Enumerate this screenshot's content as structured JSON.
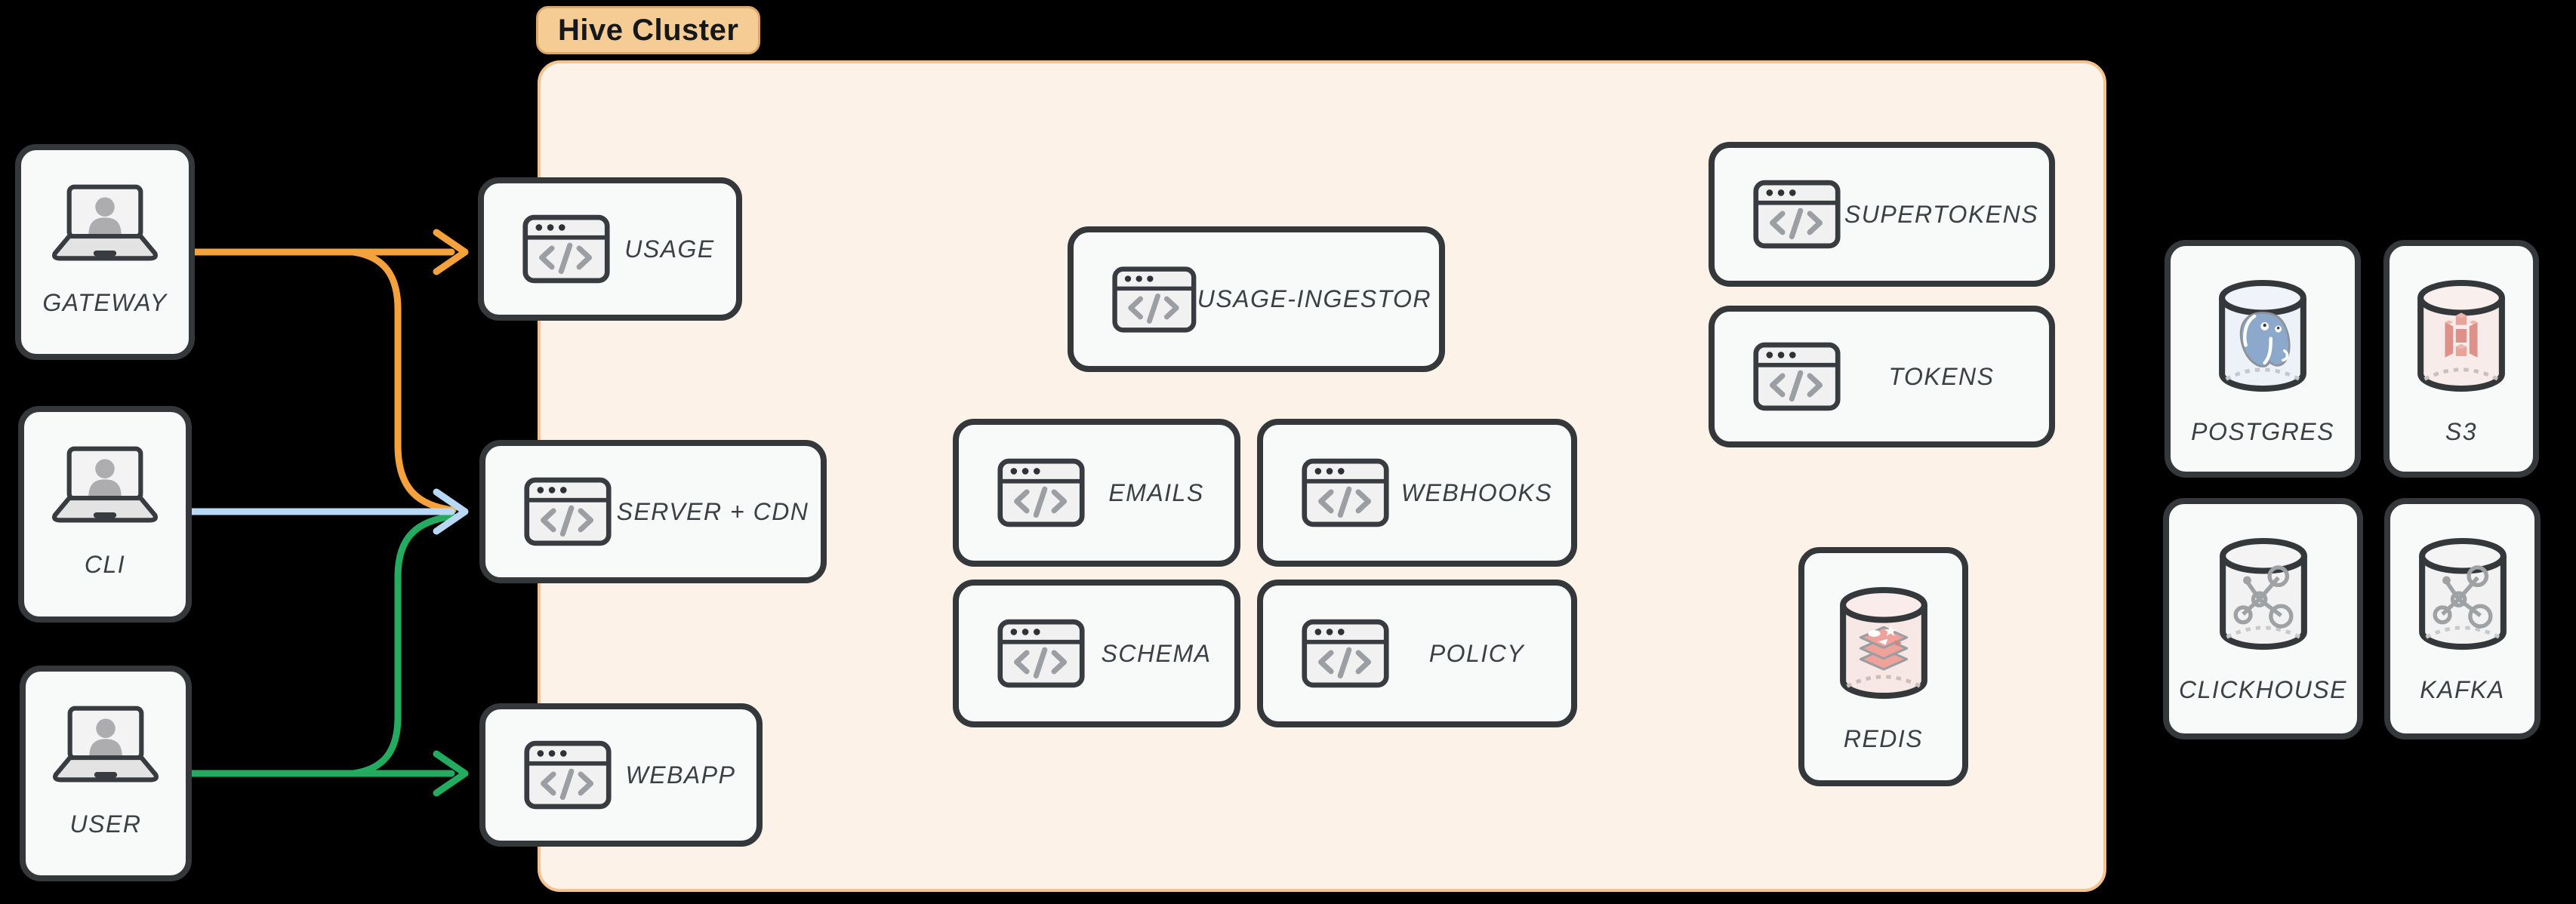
{
  "cluster": {
    "label": "Hive Cluster"
  },
  "actors": [
    {
      "id": "gateway",
      "label": "GATEWAY"
    },
    {
      "id": "cli",
      "label": "CLI"
    },
    {
      "id": "user",
      "label": "USER"
    }
  ],
  "services": [
    {
      "id": "usage",
      "label": "USAGE"
    },
    {
      "id": "server-cdn",
      "label": "SERVER + CDN"
    },
    {
      "id": "webapp",
      "label": "WEBAPP"
    },
    {
      "id": "usage-ingestor",
      "label": "USAGE-INGESTOR"
    },
    {
      "id": "emails",
      "label": "EMAILS"
    },
    {
      "id": "webhooks",
      "label": "WEBHOOKS"
    },
    {
      "id": "schema",
      "label": "SCHEMA"
    },
    {
      "id": "policy",
      "label": "POLICY"
    },
    {
      "id": "supertokens",
      "label": "SUPERTOKENS"
    },
    {
      "id": "tokens",
      "label": "TOKENS"
    }
  ],
  "datastores": [
    {
      "id": "redis",
      "label": "REDIS",
      "icon": "redis-database-icon"
    },
    {
      "id": "postgres",
      "label": "POSTGRES",
      "icon": "postgres-database-icon"
    },
    {
      "id": "s3",
      "label": "S3",
      "icon": "s3-database-icon"
    },
    {
      "id": "clickhouse",
      "label": "CLICKHOUSE",
      "icon": "clickhouse-database-icon"
    },
    {
      "id": "kafka",
      "label": "KAFKA",
      "icon": "kafka-database-icon"
    }
  ],
  "connections": [
    {
      "from": "GATEWAY",
      "to": "USAGE",
      "color_name": "orange"
    },
    {
      "from": "GATEWAY",
      "to": "SERVER + CDN",
      "color_name": "orange"
    },
    {
      "from": "CLI",
      "to": "SERVER + CDN",
      "color_name": "blue"
    },
    {
      "from": "USER",
      "to": "SERVER + CDN",
      "color_name": "green"
    },
    {
      "from": "USER",
      "to": "WEBAPP",
      "color_name": "green"
    }
  ],
  "icons": {
    "actor": "laptop-user-icon",
    "service": "code-window-icon",
    "datastore": "database-cylinder-icon"
  },
  "colors": {
    "background": "#000000",
    "node_fill": "#F8F9F9",
    "node_border": "#34383B",
    "label_text": "#3B4045",
    "cluster_fill": "#FCF2E8",
    "cluster_border": "#F4C28E",
    "badge_fill": "#F6CC95",
    "badge_border": "#DCA96A",
    "arrow_orange": "#F6A23C",
    "arrow_blue": "#B8D8F5",
    "arrow_green": "#23AB5F"
  }
}
